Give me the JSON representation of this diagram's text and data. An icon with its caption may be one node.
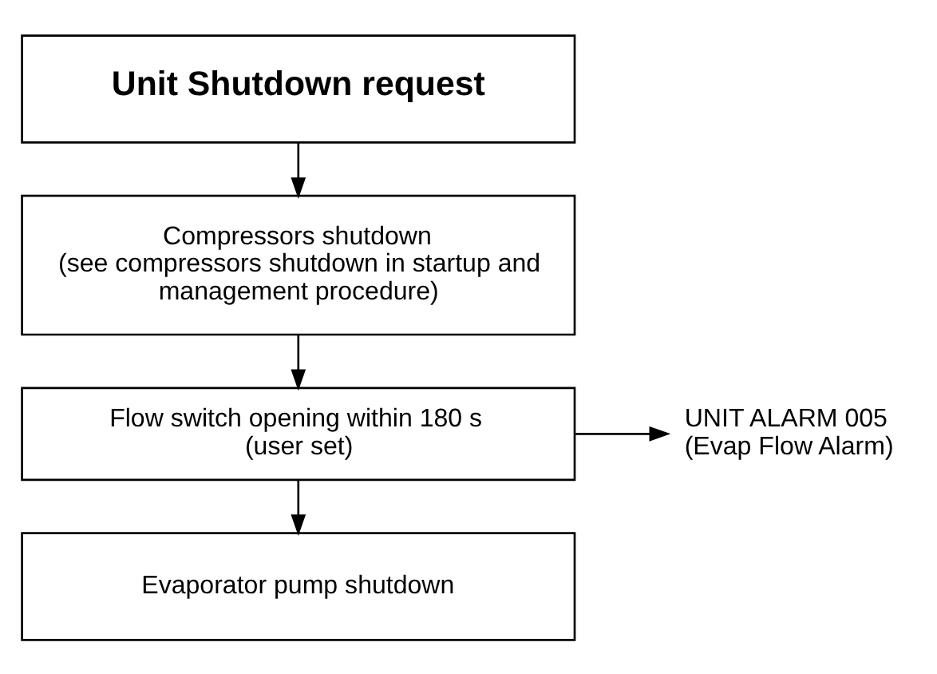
{
  "diagram": {
    "nodes": [
      {
        "text": [
          "Unit Shutdown request"
        ]
      },
      {
        "text": [
          "Compressors shutdown",
          "(see compressors shutdown in startup and management procedure)"
        ]
      },
      {
        "text": [
          "Flow switch opening within 180 s",
          "(user set)"
        ]
      },
      {
        "text": [
          "UNIT ALARM 005",
          "(Evap Flow Alarm)"
        ]
      },
      {
        "text": [
          "Evaporator pump shutdown"
        ]
      }
    ],
    "edges": [
      {
        "from": 0,
        "to": 1,
        "arrow": "to"
      },
      {
        "from": 1,
        "to": 2,
        "arrow": "to"
      },
      {
        "from": 2,
        "to": 3,
        "arrow": "to"
      },
      {
        "from": 2,
        "to": 4,
        "arrow": "to"
      }
    ]
  }
}
